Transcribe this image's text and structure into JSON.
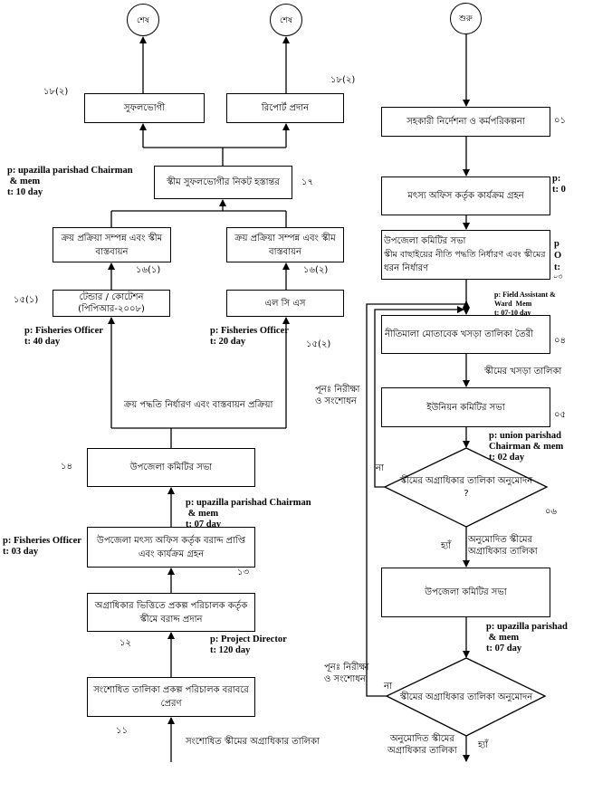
{
  "left": {
    "end_1": "শেষ",
    "end_2": "শেষ",
    "step_18_1": {
      "text": "সুফলভোগী",
      "label": "১৮(২)"
    },
    "step_18_2": {
      "text": "রিপোর্ট প্রদান",
      "label": "১৮(২)"
    },
    "step_17": {
      "text": "স্কীম সুফলভোগীর নিকট হস্তান্তর",
      "label": "১৭",
      "note": "p: upazilla parishad Chairman\n & mem\nt: 10 day"
    },
    "step_16_1": {
      "text": "ক্রয় প্রক্রিয়া সম্পন্ন এবং স্কীম বাস্তবায়ন",
      "label": "১৬(১)"
    },
    "step_16_2": {
      "text": "ক্রয় প্রক্রিয়া সম্পন্ন এবং স্কীম বাস্তবায়ন",
      "label": "১৬(২)"
    },
    "step_15_1": {
      "text": "টেন্ডার / কোটেশন (পিপিআর-২০০৮)",
      "label": "১৫(১)",
      "note": "p: Fisheries Officer\nt: 40 day"
    },
    "step_15_2": {
      "text": "এল সি এস",
      "label": "১৫(২)",
      "note": "p: Fisheries Officer\nt: 20 day"
    },
    "procurement_label": "ক্রয় পদ্ধতি নির্ধারণ এবং বাস্তবায়ন প্রক্রিয়া",
    "step_14": {
      "text": "উপজেলা কমিটির সভা",
      "label": "১৪",
      "note": "p: upazilla parishad Chairman\n & mem\nt: 07 day"
    },
    "step_13": {
      "text": "উপজেলা মৎস্য অফিস কর্তৃক বরাদ্দ প্রাপ্তি এবং কার্যক্রম গ্রহন",
      "label": "১৩",
      "note": "p: Fisheries Officer\nt: 03 day"
    },
    "step_12": {
      "text": "অগ্রাধিকার ভিত্তিতে প্রকল্প পরিচালক কর্তৃক স্কীমে বরাদ্দ প্রদান",
      "label": "১২",
      "note": "p: Project Director\nt: 120 day"
    },
    "step_11": {
      "text": "সংশোধিত তালিকা প্রকল্প পরিচালক বরাবরে প্রেরণ",
      "label": "১১"
    },
    "input_label": "সংশোধিত স্কীমের অগ্রাধিকার তালিকা"
  },
  "right": {
    "start": "শুরু",
    "step_01": {
      "text": "সহকারী নির্দেশনা ও কর্মপরিকল্পনা",
      "label": "০১"
    },
    "step_02": {
      "text": "মৎস্য অফিস কর্তৃক কার্যক্রম গ্রহন",
      "note": "p:\nt: 0"
    },
    "step_03": {
      "line1": "উপজেলা কমিটির সভা",
      "line2": "স্কীম বাছাইয়ের নীতি পদ্ধতি নির্ধারণ এবং স্কীমের",
      "line3": "ধরন নির্ধারণ",
      "note": "p\nO\nt:",
      "label": "০৩"
    },
    "field_note": "p: Field Assistant &\nWard  Mem\nt: 07-10 day",
    "step_04": {
      "text": "নীতিমালা মোতাবেক খসড়া তালিকা তৈরী",
      "label": "০৪"
    },
    "draft_label": "স্কীমের খসড়া তালিকা",
    "step_05": {
      "text": "ইউনিয়ন কমিটির সভা",
      "label": "০৫",
      "note": "p: union parishad\nChairman & mem\nt: 02 day"
    },
    "decision_06": {
      "text": "স্কীমের অগ্রাধিকার তালিকা অনুমোদন",
      "q": "?",
      "label": "০৬",
      "no": "না",
      "yes": "হ্যাঁ",
      "yes_label": "অনুমোদিত স্কীমের\nঅগ্রাধিকার তালিকা"
    },
    "step_07": {
      "text": "উপজেলা কমিটির সভা",
      "note": "p: upazilla parishad\n & mem\nt: 07 day"
    },
    "decision_08": {
      "text": "স্কীমের অগ্রাধিকার তালিকা অনুমোদন",
      "no": "না",
      "yes": "হ্যাঁ",
      "yes_label": "অনুমোদিত স্কীমের\nঅগ্রাধিকার তালিকা"
    },
    "review_label_1": "পূনঃ নিরীক্ষা\nও সংশোধন",
    "review_label_2": "পূনঃ নিরীক্ষা\nও সংশোধন"
  }
}
